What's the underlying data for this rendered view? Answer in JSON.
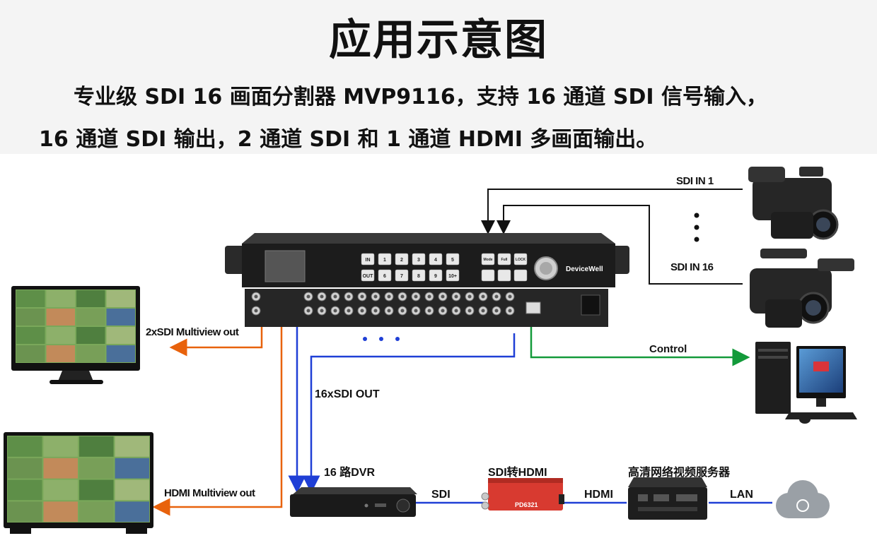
{
  "title": "应用示意图",
  "description": {
    "line1": "专业级 SDI 16 画面分割器 MVP9116，支持 16 通道 SDI 信号输入，",
    "line2": "16 通道 SDI 输出，2 通道 SDI 和 1 通道 HDMI 多画面输出。"
  },
  "labels": {
    "sdi_in_1": "SDI IN 1",
    "sdi_in_16": "SDI IN 16",
    "multiview_sdi": "2xSDI Multiview out",
    "multiview_hdmi": "HDMI Multiview out",
    "sdi_out": "16xSDI OUT",
    "control": "Control",
    "dvr": "16 路DVR",
    "converter": "SDI转HDMI",
    "server": "高清网络视频服务器",
    "link_sdi": "SDI",
    "link_hdmi": "HDMI",
    "link_lan": "LAN"
  },
  "device": {
    "brand": "DeviceWell",
    "converter_model": "PD6321",
    "buttons_row1": [
      "IN",
      "1",
      "2",
      "3",
      "4",
      "5"
    ],
    "buttons_row2": [
      "OUT",
      "6",
      "7",
      "8",
      "9",
      "10+"
    ],
    "func_row1": [
      "Mode",
      "Full",
      "LOCK"
    ],
    "func_row2": [
      "",
      "",
      ""
    ]
  },
  "colors": {
    "sdi_link": "#1f3fd6",
    "multiview_link": "#e8620c",
    "control_link": "#139a3a",
    "input_link": "#111111",
    "device_red": "#d83a30"
  }
}
